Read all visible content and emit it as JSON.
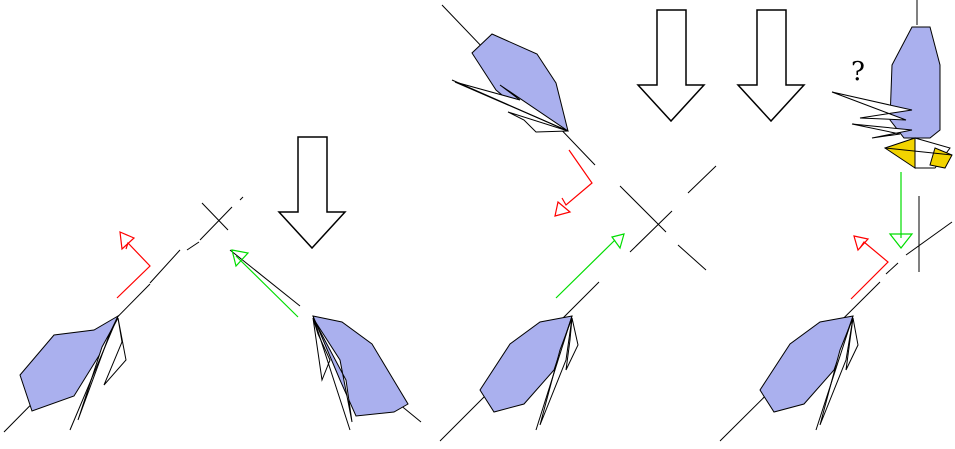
{
  "diagram": {
    "background": "#ffffff",
    "colors": {
      "hull": "#aab0ee",
      "red_arrow": "#ff0000",
      "green_arrow": "#00dd00",
      "highlight": "#f2d400"
    },
    "annotations": {
      "question_mark": "?"
    },
    "panels": [
      {
        "id": "panel-1",
        "wind_arrows": 1,
        "boats": 2
      },
      {
        "id": "panel-2",
        "wind_arrows": 2,
        "boats": 2
      },
      {
        "id": "panel-3",
        "wind_arrows": 0,
        "boats": 2
      }
    ]
  }
}
